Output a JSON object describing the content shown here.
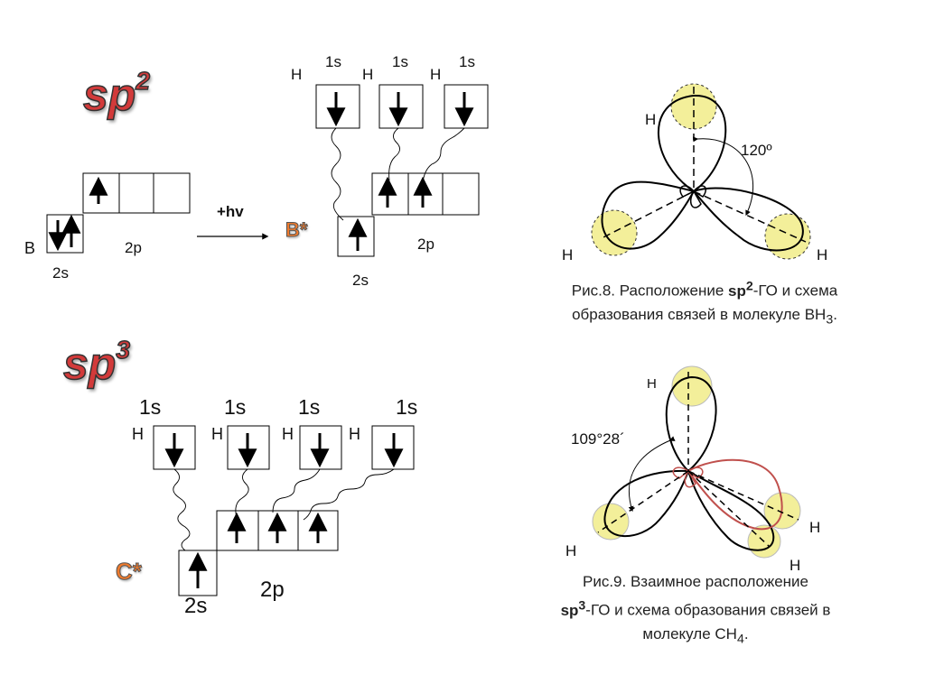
{
  "sp2": {
    "title": "sp",
    "title_sup": "2",
    "atom_label": "B",
    "excited_label": "B*",
    "orbital_2s": "2s",
    "orbital_2p": "2p",
    "arrow_label": "+hv",
    "h_labels": [
      "H",
      "H",
      "H"
    ],
    "h_orbitals": [
      "1s",
      "1s",
      "1s"
    ],
    "excited_2s": "2s",
    "excited_2p": "2p"
  },
  "sp3": {
    "title": "sp",
    "title_sup": "3",
    "excited_label": "C*",
    "h_labels": [
      "H",
      "H",
      "H",
      "H"
    ],
    "h_orbitals": [
      "1s",
      "1s",
      "1s",
      "1s"
    ],
    "excited_2s": "2s",
    "excited_2p": "2p"
  },
  "fig8": {
    "angle_label": "120º",
    "h_labels": [
      "H",
      "H",
      "H"
    ],
    "caption_prefix": "Рис.8. Расположение ",
    "caption_bold": "sp",
    "caption_bold_sup": "2",
    "caption_rest": "-ГО и схема",
    "caption_line2": "образования связей в молекуле BH",
    "caption_line2_sub": "3",
    "caption_line2_end": "."
  },
  "fig9": {
    "angle_label": "109°28´",
    "h_labels": [
      "H",
      "H",
      "H",
      "H"
    ],
    "caption_line1": "Рис.9. Взаимное расположение",
    "caption_bold": "sp",
    "caption_bold_sup": "3",
    "caption_line2_rest": "-ГО и схема образования связей в",
    "caption_line3": "молекуле CH",
    "caption_line3_sub": "4",
    "caption_line3_end": "."
  },
  "colors": {
    "title_red": "#d23a3a",
    "excited_orange": "#ee7a2d",
    "h_highlight": "#f3ef9a",
    "sp3_lobe_red": "#c0504d"
  }
}
